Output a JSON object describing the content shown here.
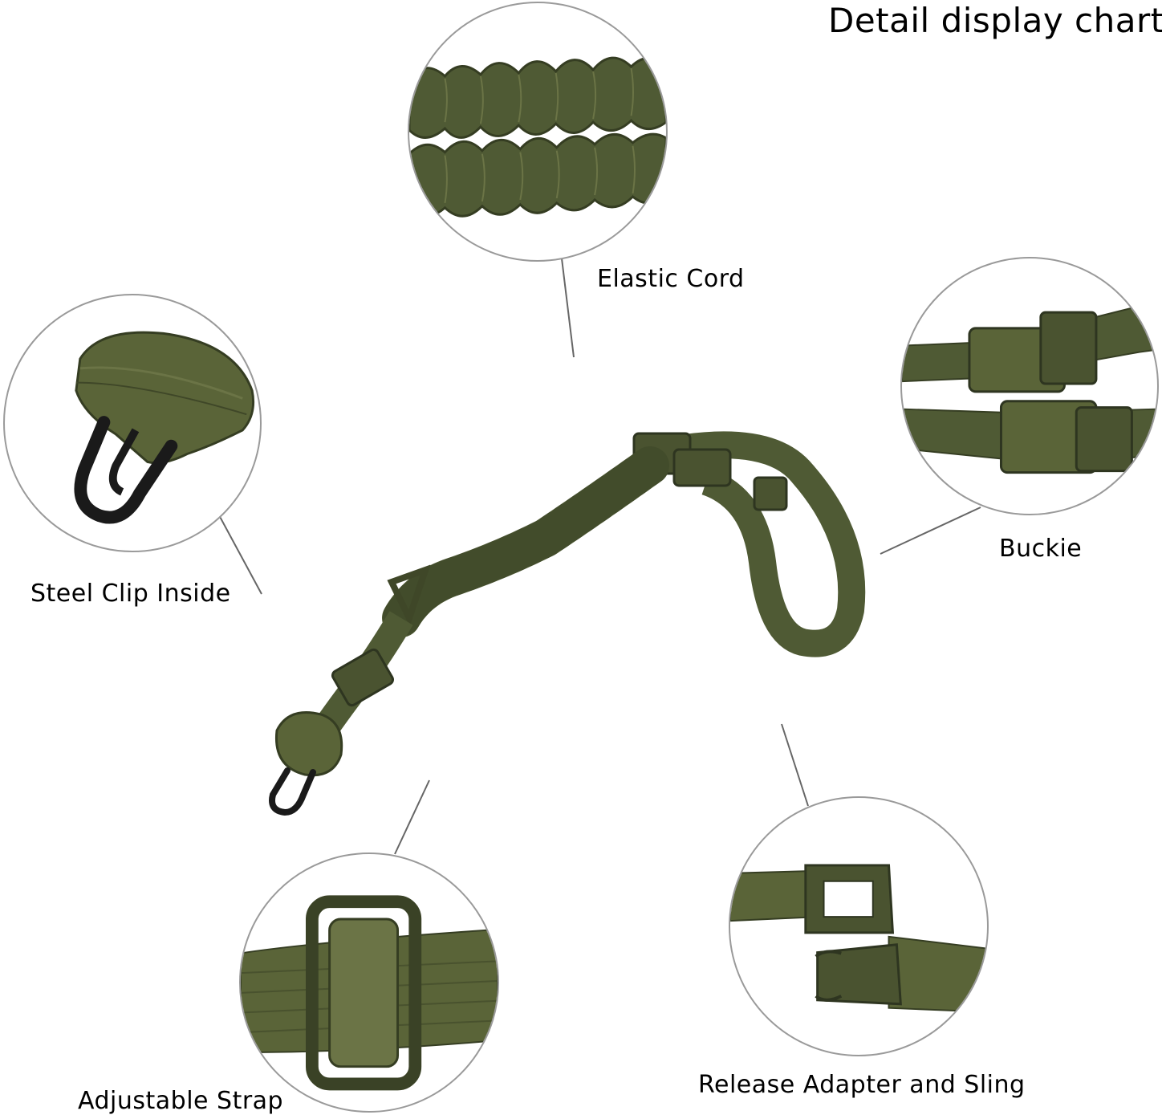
{
  "header": {
    "title": "Detail display chart"
  },
  "labels": {
    "elastic_cord": "Elastic Cord",
    "steel_clip": "Steel Clip Inside",
    "buckle": "Buckie",
    "adjustable_strap": "Adjustable Strap",
    "release_adapter": "Release Adapter and Sling"
  },
  "colors": {
    "olive": "#4f5a34",
    "olive_dark": "#353d22",
    "olive_light": "#6b7446",
    "clip_black": "#1a1a1a",
    "circle_border": "#9a9a9a",
    "leader_line": "#666666"
  }
}
